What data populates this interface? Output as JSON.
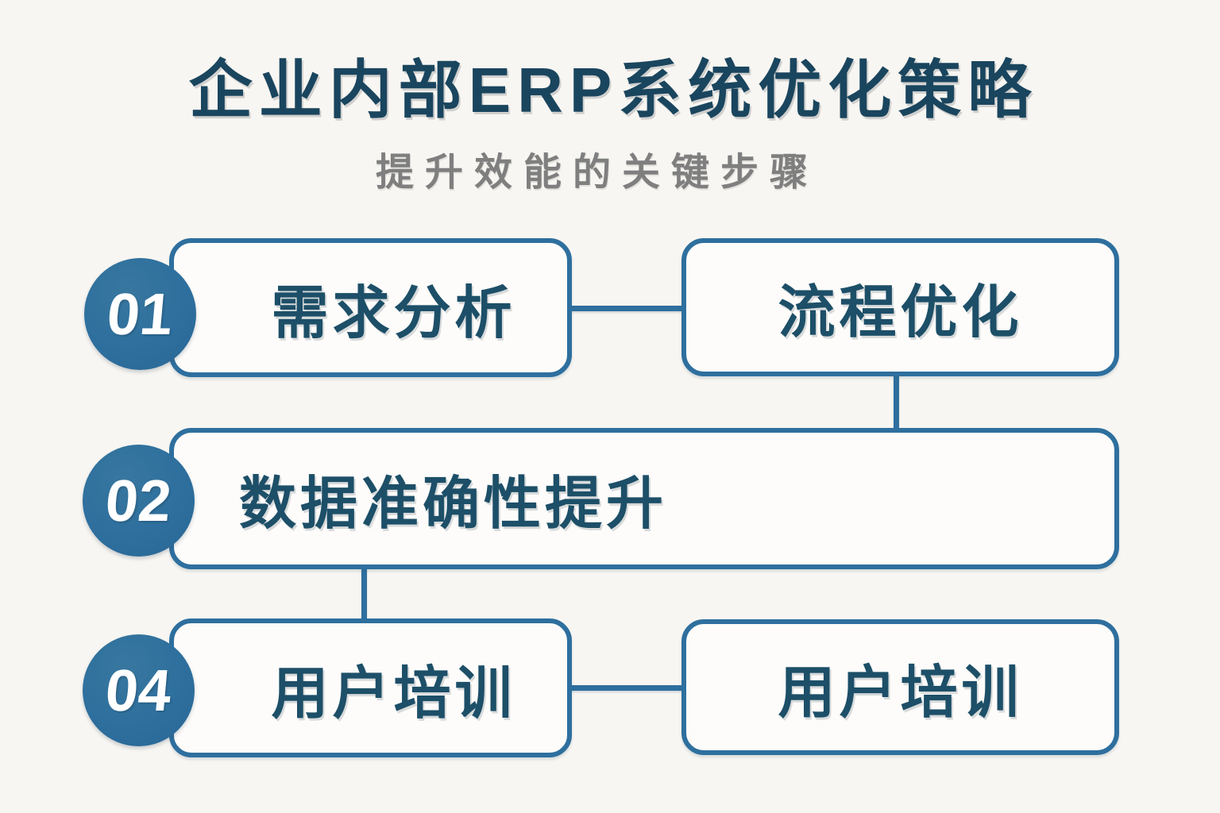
{
  "title": "企业内部ERP系统优化策略",
  "subtitle": "提升效能的关键步骤",
  "rows": [
    {
      "badge": "01",
      "primary": "需求分析",
      "secondary": "流程优化"
    },
    {
      "badge": "02",
      "primary": "数据准确性提升"
    },
    {
      "badge": "04",
      "primary": "用户培训",
      "secondary": "用户培训"
    }
  ],
  "connectors": [
    {
      "from": "需求分析",
      "to": "流程优化",
      "orientation": "horizontal"
    },
    {
      "from": "流程优化",
      "to": "数据准确性提升",
      "orientation": "vertical"
    },
    {
      "from": "数据准确性提升",
      "to": "用户培训",
      "orientation": "vertical"
    },
    {
      "from": "用户培训",
      "to": "用户培训",
      "orientation": "horizontal"
    }
  ],
  "colors": {
    "accent": "#2e6f9e",
    "title_text": "#1a455e",
    "box_text": "#1d4f68",
    "subtitle_text": "#7f7f7f",
    "background": "#f8f6f2",
    "box_fill": "#fdfcfa",
    "badge_text": "#ffffff"
  }
}
